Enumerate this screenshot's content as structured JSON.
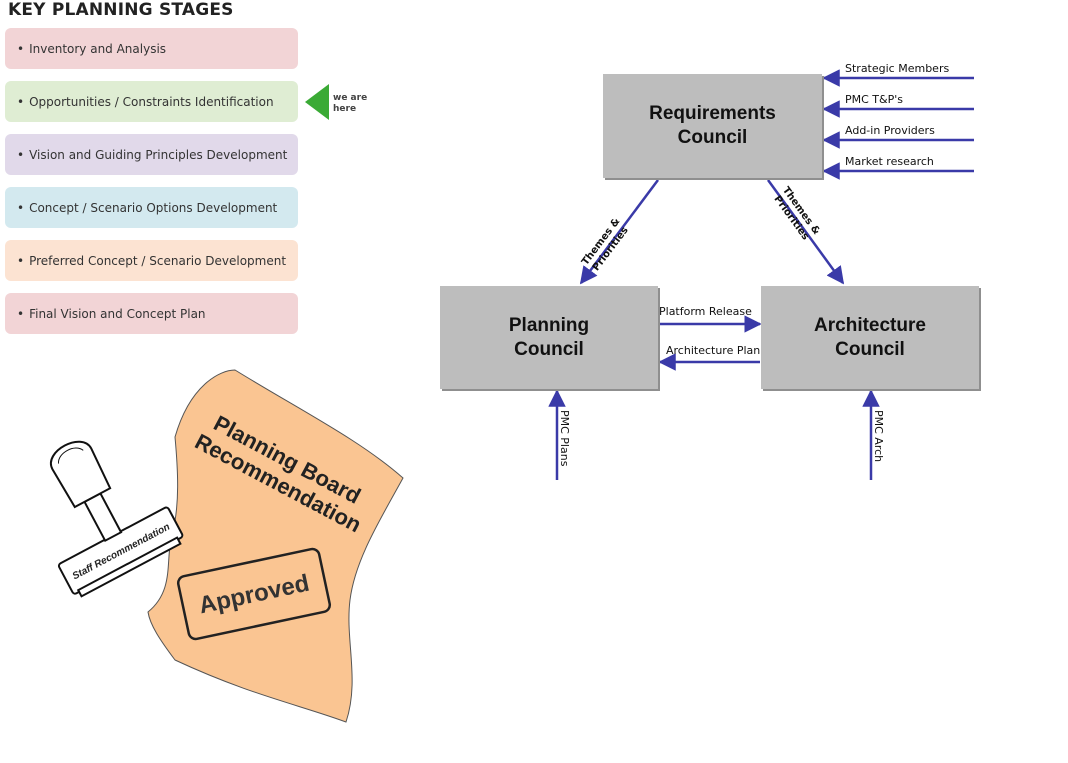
{
  "stages": {
    "title": "KEY PLANNING STAGES",
    "items": [
      {
        "label": "Inventory and Analysis",
        "color": "#f2d4d6"
      },
      {
        "label": "Opportunities / Constraints Identification",
        "color": "#dfedd3"
      },
      {
        "label": "Vision and Guiding Principles Development",
        "color": "#e1d9ea"
      },
      {
        "label": "Concept / Scenario Options Development",
        "color": "#d3e9ef"
      },
      {
        "label": "Preferred Concept / Scenario Development",
        "color": "#fce3d2"
      },
      {
        "label": "Final Vision and Concept Plan",
        "color": "#f2d4d6"
      }
    ],
    "marker": {
      "line1": "we are",
      "line2": "here",
      "color": "#3aaa35"
    }
  },
  "diagram": {
    "requirements_council": {
      "line1": "Requirements",
      "line2": "Council"
    },
    "planning_council": {
      "line1": "Planning",
      "line2": "Council"
    },
    "architecture_council": {
      "line1": "Architecture",
      "line2": "Council"
    },
    "inputs": [
      "Strategic Members",
      "PMC T&P's",
      "Add-in Providers",
      "Market research"
    ],
    "themes_left": {
      "line1": "Themes &",
      "line2": "Priorities"
    },
    "themes_right": {
      "line1": "Themes &",
      "line2": "Priorities"
    },
    "platform_release": "Platform Release",
    "architecture_plan": "Architecture Plan",
    "pmc_plans": "PMC Plans",
    "pmc_arch": "PMC Arch",
    "arrow_color": "#3a3aa8",
    "box_color": "#bdbdbd"
  },
  "illustration": {
    "paper_line1": "Planning Board",
    "paper_line2": "Recommendation",
    "approved": "Approved",
    "stamp": "Staff Recommendation",
    "paper_color": "#fac592"
  }
}
